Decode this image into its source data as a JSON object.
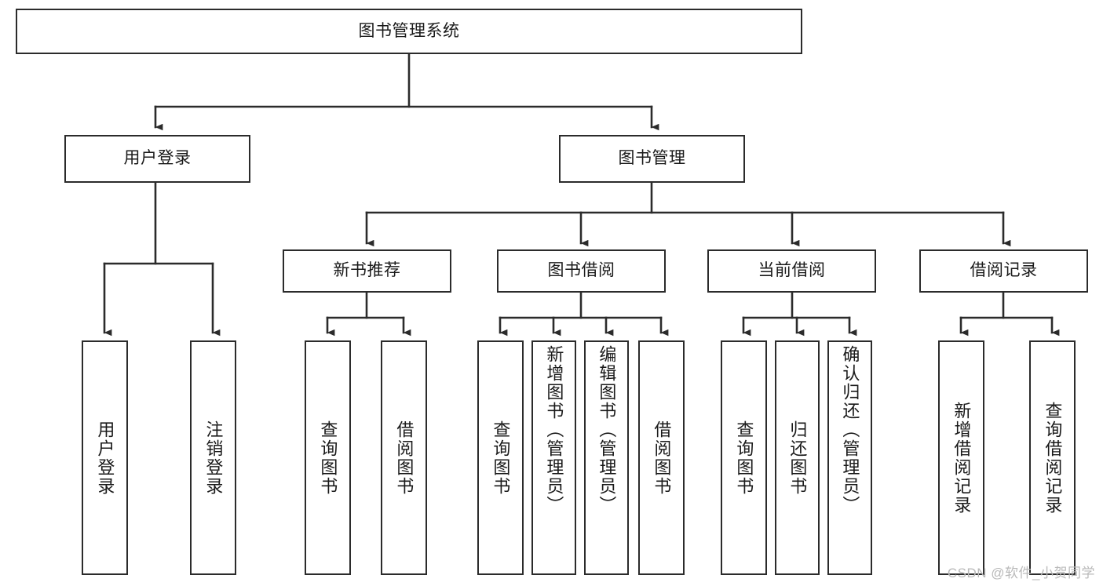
{
  "diagram": {
    "type": "tree-hierarchy-flowchart",
    "title": "图书管理系统",
    "orientation": "top-down",
    "levels": 4,
    "line_color": "#2b2b2b",
    "box_fill": "#ffffff",
    "text_color": "#1a1a1a",
    "root": {
      "id": "root",
      "label": "图书管理系统",
      "text_direction": "horizontal"
    },
    "level2": [
      {
        "id": "user-login",
        "label": "用户登录",
        "text_direction": "horizontal"
      },
      {
        "id": "book-management",
        "label": "图书管理",
        "text_direction": "horizontal"
      }
    ],
    "level3": [
      {
        "id": "new-book-recommend",
        "label": "新书推荐",
        "parent": "book-management",
        "text_direction": "horizontal"
      },
      {
        "id": "book-borrow",
        "label": "图书借阅",
        "parent": "book-management",
        "text_direction": "horizontal"
      },
      {
        "id": "current-borrow",
        "label": "当前借阅",
        "parent": "book-management",
        "text_direction": "horizontal"
      },
      {
        "id": "borrow-record",
        "label": "借阅记录",
        "parent": "book-management",
        "text_direction": "horizontal"
      }
    ],
    "leaves": [
      {
        "id": "leaf-user-login",
        "label": "用户登录",
        "parent": "user-login",
        "text_direction": "vertical"
      },
      {
        "id": "leaf-logout-login",
        "label": "注销登录",
        "parent": "user-login",
        "text_direction": "vertical"
      },
      {
        "id": "leaf-query-book-1",
        "label": "查询图书",
        "parent": "new-book-recommend",
        "text_direction": "vertical"
      },
      {
        "id": "leaf-borrow-book-1",
        "label": "借阅图书",
        "parent": "new-book-recommend",
        "text_direction": "vertical"
      },
      {
        "id": "leaf-query-book-2",
        "label": "查询图书",
        "parent": "book-borrow",
        "text_direction": "vertical"
      },
      {
        "id": "leaf-add-book",
        "label": "新增图书（管理员）",
        "parent": "book-borrow",
        "text_direction": "vertical"
      },
      {
        "id": "leaf-edit-book",
        "label": "编辑图书（管理员）",
        "parent": "book-borrow",
        "text_direction": "vertical"
      },
      {
        "id": "leaf-borrow-book-2",
        "label": "借阅图书",
        "parent": "book-borrow",
        "text_direction": "vertical"
      },
      {
        "id": "leaf-query-book-3",
        "label": "查询图书",
        "parent": "current-borrow",
        "text_direction": "vertical"
      },
      {
        "id": "leaf-return-book",
        "label": "归还图书",
        "parent": "current-borrow",
        "text_direction": "vertical"
      },
      {
        "id": "leaf-confirm-return",
        "label": "确认归还（管理员）",
        "parent": "current-borrow",
        "text_direction": "vertical"
      },
      {
        "id": "leaf-add-record",
        "label": "新增借阅记录",
        "parent": "borrow-record",
        "text_direction": "vertical"
      },
      {
        "id": "leaf-query-record",
        "label": "查询借阅记录",
        "parent": "borrow-record",
        "text_direction": "vertical"
      }
    ]
  },
  "watermark": {
    "text": "CSDN @软件_小贺同学"
  }
}
